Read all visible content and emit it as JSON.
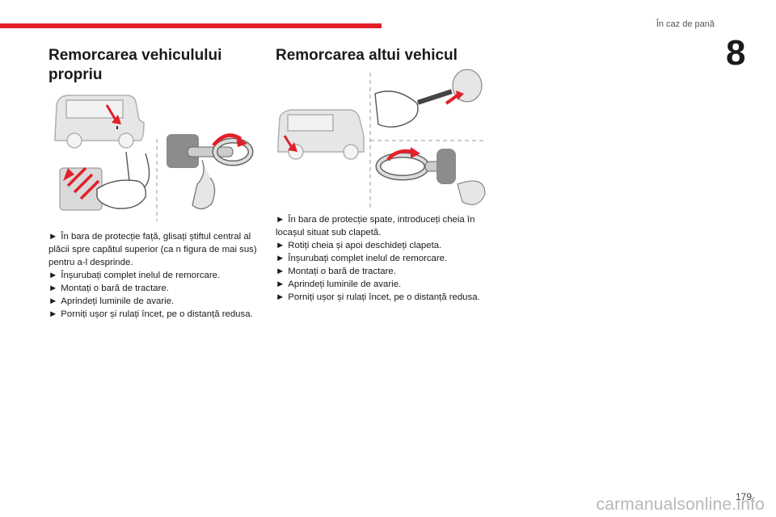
{
  "header": {
    "section_title": "În caz de pană",
    "chapter_number": "8"
  },
  "colors": {
    "accent": "#e3202a",
    "text": "#1a1a1a",
    "illustration_fill": "#d9d9d9",
    "illustration_stroke": "#8a8a8a"
  },
  "left": {
    "title": "Remorcarea vehiculului propriu",
    "steps": [
      {
        "bullet": "►",
        "text": "În bara de protecție față, glisați știftul central al plăcii spre capătul superior (ca n figura de mai sus) pentru a-l desprinde."
      },
      {
        "bullet": "►",
        "text": "Înșurubați complet inelul de remorcare."
      },
      {
        "bullet": "►",
        "text": "Montați o bară de tractare."
      },
      {
        "bullet": "►",
        "text": "Aprindeți luminile de avarie."
      },
      {
        "bullet": "►",
        "text": "Porniți ușor și rulați încet, pe o distanță redusa."
      }
    ]
  },
  "right": {
    "title": "Remorcarea altui vehicul",
    "steps": [
      {
        "bullet": "►",
        "text": "În bara de protecție spate, introduceți cheia în locașul situat sub clapetă."
      },
      {
        "bullet": "►",
        "text": "Rotiți cheia și apoi deschideți clapeta."
      },
      {
        "bullet": "►",
        "text": "Înșurubați complet inelul de remorcare."
      },
      {
        "bullet": "►",
        "text": "Montați o bară de tractare."
      },
      {
        "bullet": "►",
        "text": "Aprindeți luminile de avarie."
      },
      {
        "bullet": "►",
        "text": "Porniți ușor și rulați încet, pe o distanță redusa."
      }
    ]
  },
  "footer": {
    "page_number": "179",
    "watermark": "carmanualsonline.info"
  }
}
